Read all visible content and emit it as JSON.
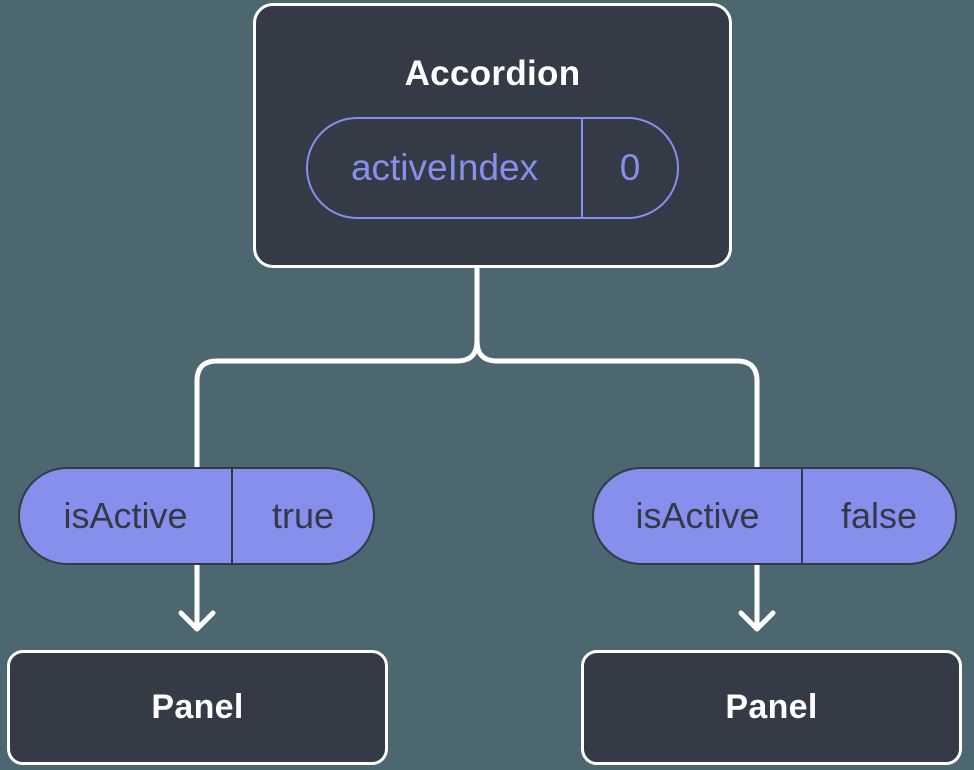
{
  "colors": {
    "background": "#4C6770",
    "node_fill": "#343A46",
    "node_border": "#FFFFFF",
    "accent_purple": "#8690EC",
    "pill_dark": "#333947",
    "line_white": "#FFFFFF"
  },
  "diagram": {
    "root": {
      "title": "Accordion",
      "state": {
        "name": "activeIndex",
        "value": "0"
      }
    },
    "branches": [
      {
        "prop": {
          "name": "isActive",
          "value": "true"
        },
        "child": {
          "title": "Panel"
        }
      },
      {
        "prop": {
          "name": "isActive",
          "value": "false"
        },
        "child": {
          "title": "Panel"
        }
      }
    ]
  }
}
